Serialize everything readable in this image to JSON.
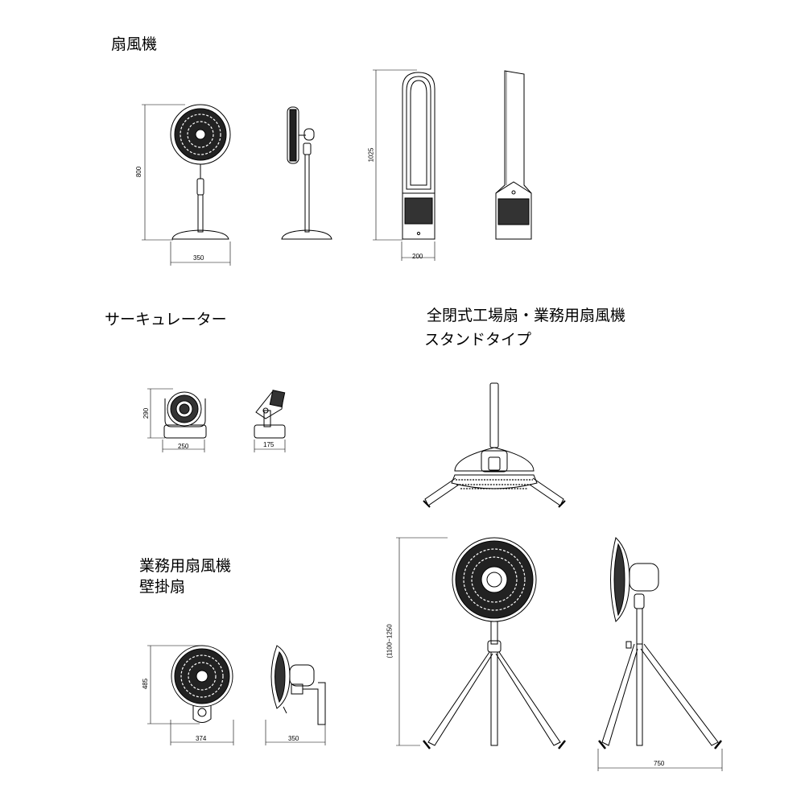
{
  "sections": {
    "fan": {
      "title": "扇風機"
    },
    "circulator": {
      "title": "サーキュレーター"
    },
    "factory_fan": {
      "title_line1": "全閉式工場扇・業務用扇風機",
      "title_line2": "スタンドタイプ"
    },
    "wall_fan": {
      "title_line1": "業務用扇風機",
      "title_line2": "壁掛扇"
    }
  },
  "dimensions": {
    "fan_height": "800",
    "fan_width": "350",
    "tower_height": "1025",
    "tower_width": "200",
    "circulator_height": "290",
    "circulator_width": "250",
    "circulator_depth": "175",
    "wall_fan_height": "485",
    "wall_fan_width": "374",
    "wall_fan_depth": "350",
    "factory_fan_height": "(1100~1250",
    "factory_fan_width": "750"
  }
}
